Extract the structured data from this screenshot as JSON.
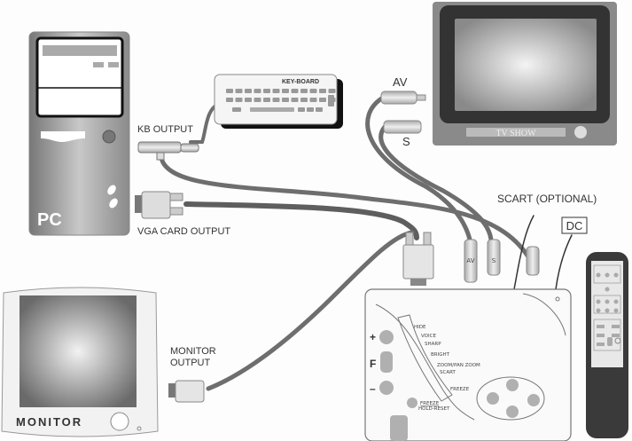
{
  "labels": {
    "pc": "PC",
    "kb_output": "KB OUTPUT",
    "keyboard": "KEY-BOARD",
    "vga_card_output": "VGA CARD OUTPUT",
    "tv_show": "TV SHOW",
    "av": "AV",
    "s": "S",
    "av_plug": "AV",
    "s_plug": "S",
    "scart_optional": "SCART (OPTIONAL)",
    "dc": "DC",
    "monitor": "MONITOR",
    "monitor_output_line1": "MONITOR",
    "monitor_output_line2": "OUTPUT"
  },
  "converter": {
    "plus": "+",
    "f": "F",
    "minus": "–",
    "functions": [
      "HIDE",
      "VOICE",
      "SHARP",
      "BRIGHT",
      "ZOOM/PAN ZOOM",
      "SCART",
      "FREEZE"
    ],
    "freeze_label": "FREEZE",
    "hold_reset_label": "HOLD-RESET"
  },
  "colors": {
    "cable": "#6e6e6e",
    "device_body": "#9a9a9a",
    "dark": "#3a3a3a",
    "button": "#b0b0b0"
  }
}
